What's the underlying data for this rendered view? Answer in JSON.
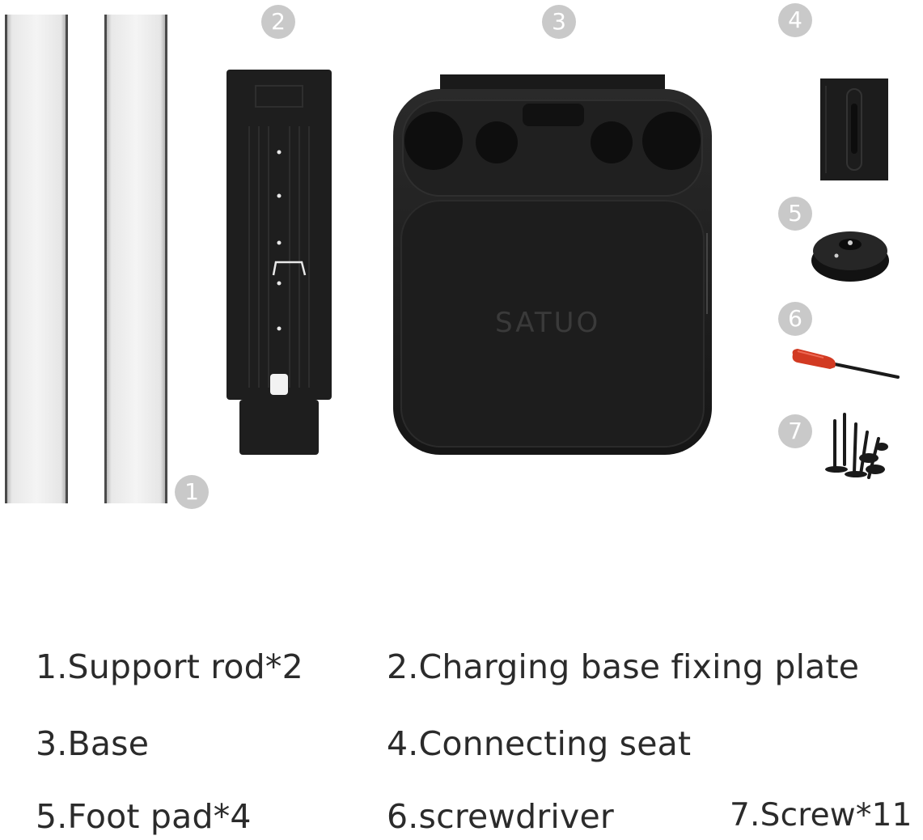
{
  "markers": [
    "1",
    "2",
    "3",
    "4",
    "5",
    "6",
    "7"
  ],
  "base_brand": "SATUO",
  "captions": [
    "1.Support rod*2",
    "2.Charging base fixing plate",
    "3.Base",
    "4.Connecting seat",
    "5.Foot pad*4",
    "6.screwdriver",
    "7.Screw*11"
  ],
  "colors": {
    "product_black": "#1c1c1c",
    "rod_silver": "#ececec",
    "badge_gray": "#c9c9c9",
    "screwdriver_handle": "#d23a22"
  }
}
